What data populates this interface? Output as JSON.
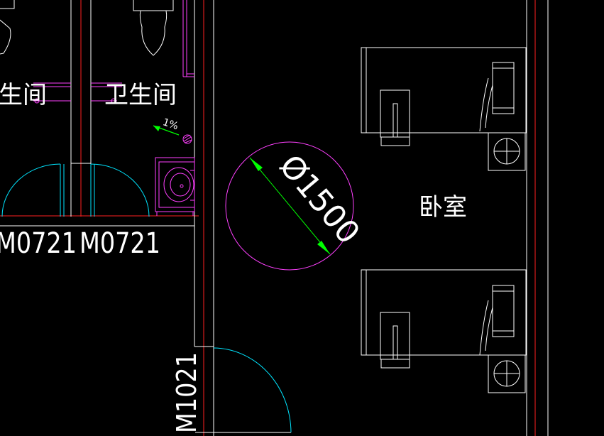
{
  "labels": {
    "room_left": "生间",
    "room_right": "卫生间",
    "bedroom": "卧室",
    "slope": "1%",
    "door_code_a": "M0721",
    "door_code_b": "M0721",
    "door_code_c": "M1021",
    "diameter": "Ø1500"
  },
  "colors": {
    "background": "#000000",
    "wall": "#ffffff",
    "furniture": "#ffffff",
    "fixture": "#ff40ff",
    "door_swing": "#00e5ff",
    "dimension": "#00ff00",
    "axis": "#ff2020"
  },
  "icons": {
    "toilet": "toilet-fixture-icon",
    "washbasin": "washbasin-icon",
    "floor_drain": "floor-drain-icon",
    "bed": "bed-icon",
    "night_lamp": "night-lamp-icon"
  }
}
